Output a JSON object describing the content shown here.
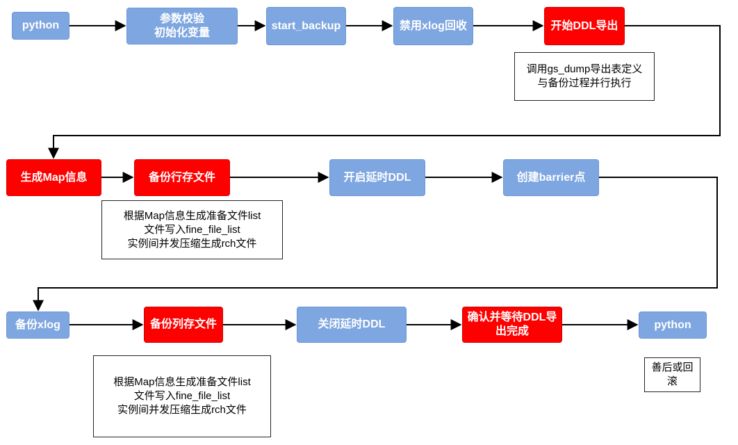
{
  "nodes": {
    "python_start": "python",
    "param_check": "参数校验\n初始化变量",
    "start_backup": "start_backup",
    "disable_xlog": "禁用xlog回收",
    "ddl_export": "开始DDL导出",
    "gen_map": "生成Map信息",
    "backup_row": "备份行存文件",
    "enable_delay_ddl": "开启延时DDL",
    "create_barrier": "创建barrier点",
    "backup_xlog": "备份xlog",
    "backup_col": "备份列存文件",
    "close_delay_ddl": "关闭延时DDL",
    "confirm_ddl": "确认并等待DDL导\n出完成",
    "python_end": "python"
  },
  "notes": {
    "gs_dump": "调用gs_dump导出表定义\n与备份过程并行执行",
    "row_files": "根据Map信息生成准备文件list\n文件写入fine_file_list\n实例间并发压缩生成rch文件",
    "col_files": "根据Map信息生成准备文件list\n文件写入fine_file_list\n实例间并发压缩生成rch文件",
    "cleanup": "善后或回\n滚"
  },
  "colors": {
    "blue_node": "#7ea6e0",
    "red_node": "#ff0000",
    "line": "#000000"
  }
}
